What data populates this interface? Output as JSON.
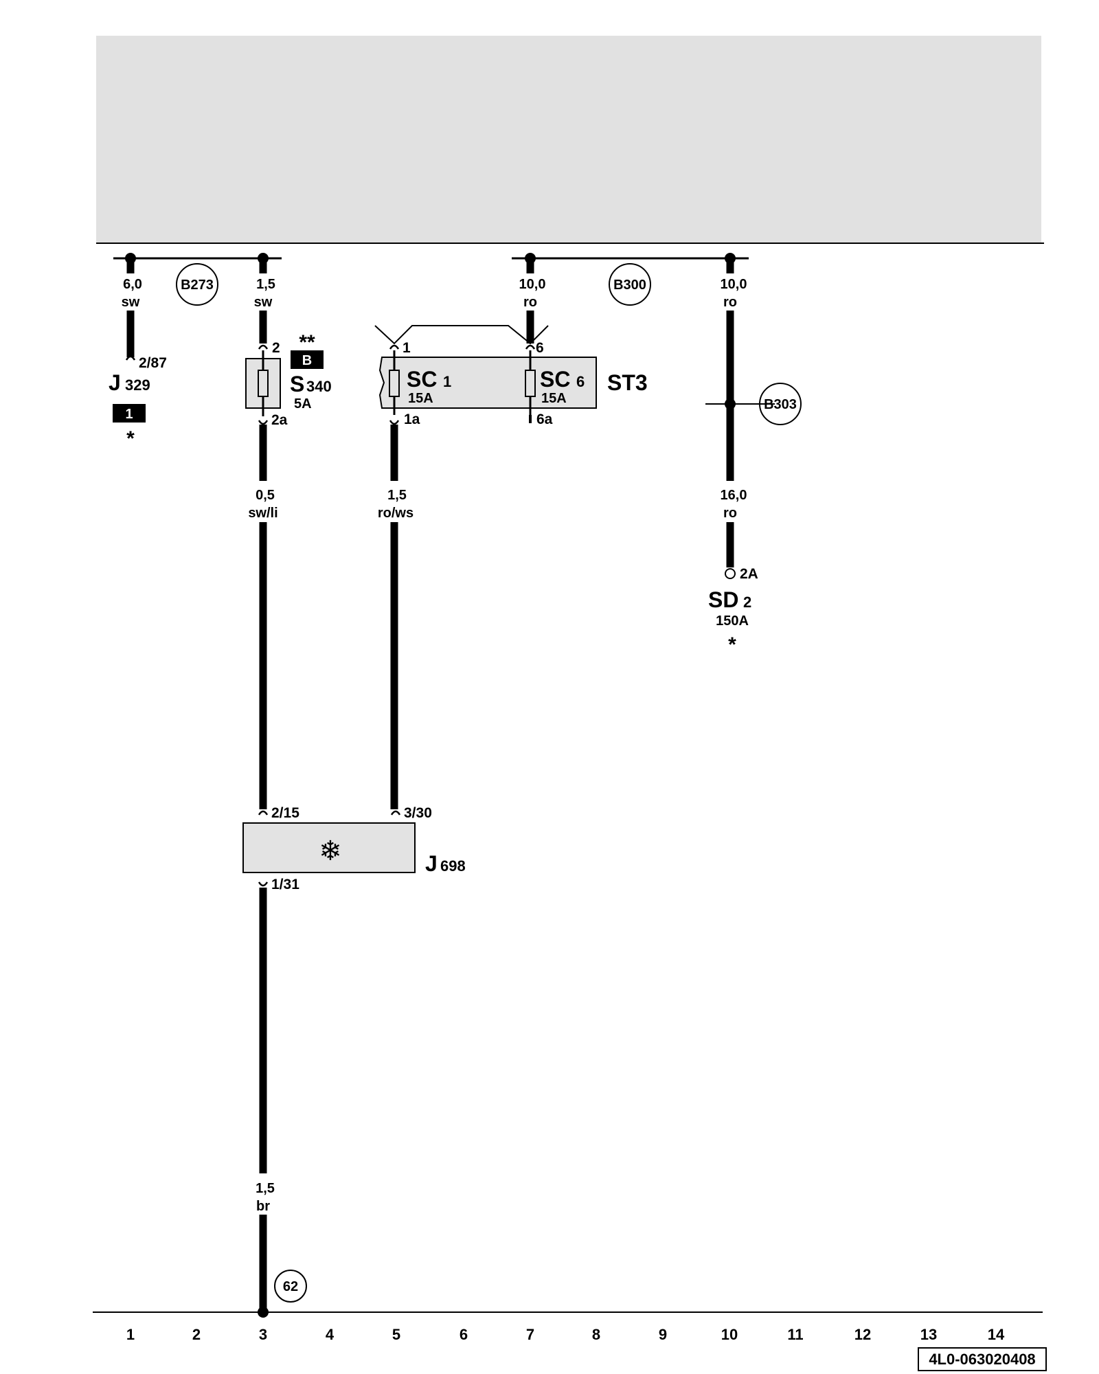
{
  "colors": {
    "header_band": "#e1e1e1",
    "component_fill": "#e3e3e3",
    "wire": "#000000",
    "badge": "#000000"
  },
  "wires": {
    "w1": {
      "size": "6,0",
      "color": "sw"
    },
    "w3a": {
      "size": "1,5",
      "color": "sw"
    },
    "w7": {
      "size": "10,0",
      "color": "ro"
    },
    "w10a": {
      "size": "10,0",
      "color": "ro"
    },
    "w3b": {
      "size": "0,5",
      "color": "sw/li"
    },
    "w5": {
      "size": "1,5",
      "color": "ro/ws"
    },
    "w10b": {
      "size": "16,0",
      "color": "ro"
    },
    "w3c": {
      "size": "1,5",
      "color": "br"
    }
  },
  "nodes": {
    "b273": "B273",
    "b300": "B300",
    "b303": "B303",
    "g62": "62"
  },
  "components": {
    "j329": {
      "letter": "J",
      "number": "329",
      "pin": "2/87",
      "badge": "1",
      "note": "*"
    },
    "s340": {
      "letter": "S",
      "number": "340",
      "rating": "5A",
      "pin_in": "2",
      "pin_out": "2a",
      "badge": "B",
      "note": "**"
    },
    "st3": {
      "name": "ST3",
      "sc1": {
        "letter": "SC",
        "number": "1",
        "rating": "15A",
        "pin_in": "1",
        "pin_out": "1a"
      },
      "sc6": {
        "letter": "SC",
        "number": "6",
        "rating": "15A",
        "pin_in": "6",
        "pin_out": "6a"
      }
    },
    "j698": {
      "letter": "J",
      "number": "698",
      "symbol": "❄",
      "pin_15": "2/15",
      "pin_30": "3/30",
      "pin_31": "1/31"
    },
    "sd2": {
      "letter": "SD",
      "number": "2",
      "rating": "150A",
      "pin": "2A",
      "note": "*"
    }
  },
  "columns": [
    "1",
    "2",
    "3",
    "4",
    "5",
    "6",
    "7",
    "8",
    "9",
    "10",
    "11",
    "12",
    "13",
    "14"
  ],
  "document_id": "4L0-063020408"
}
